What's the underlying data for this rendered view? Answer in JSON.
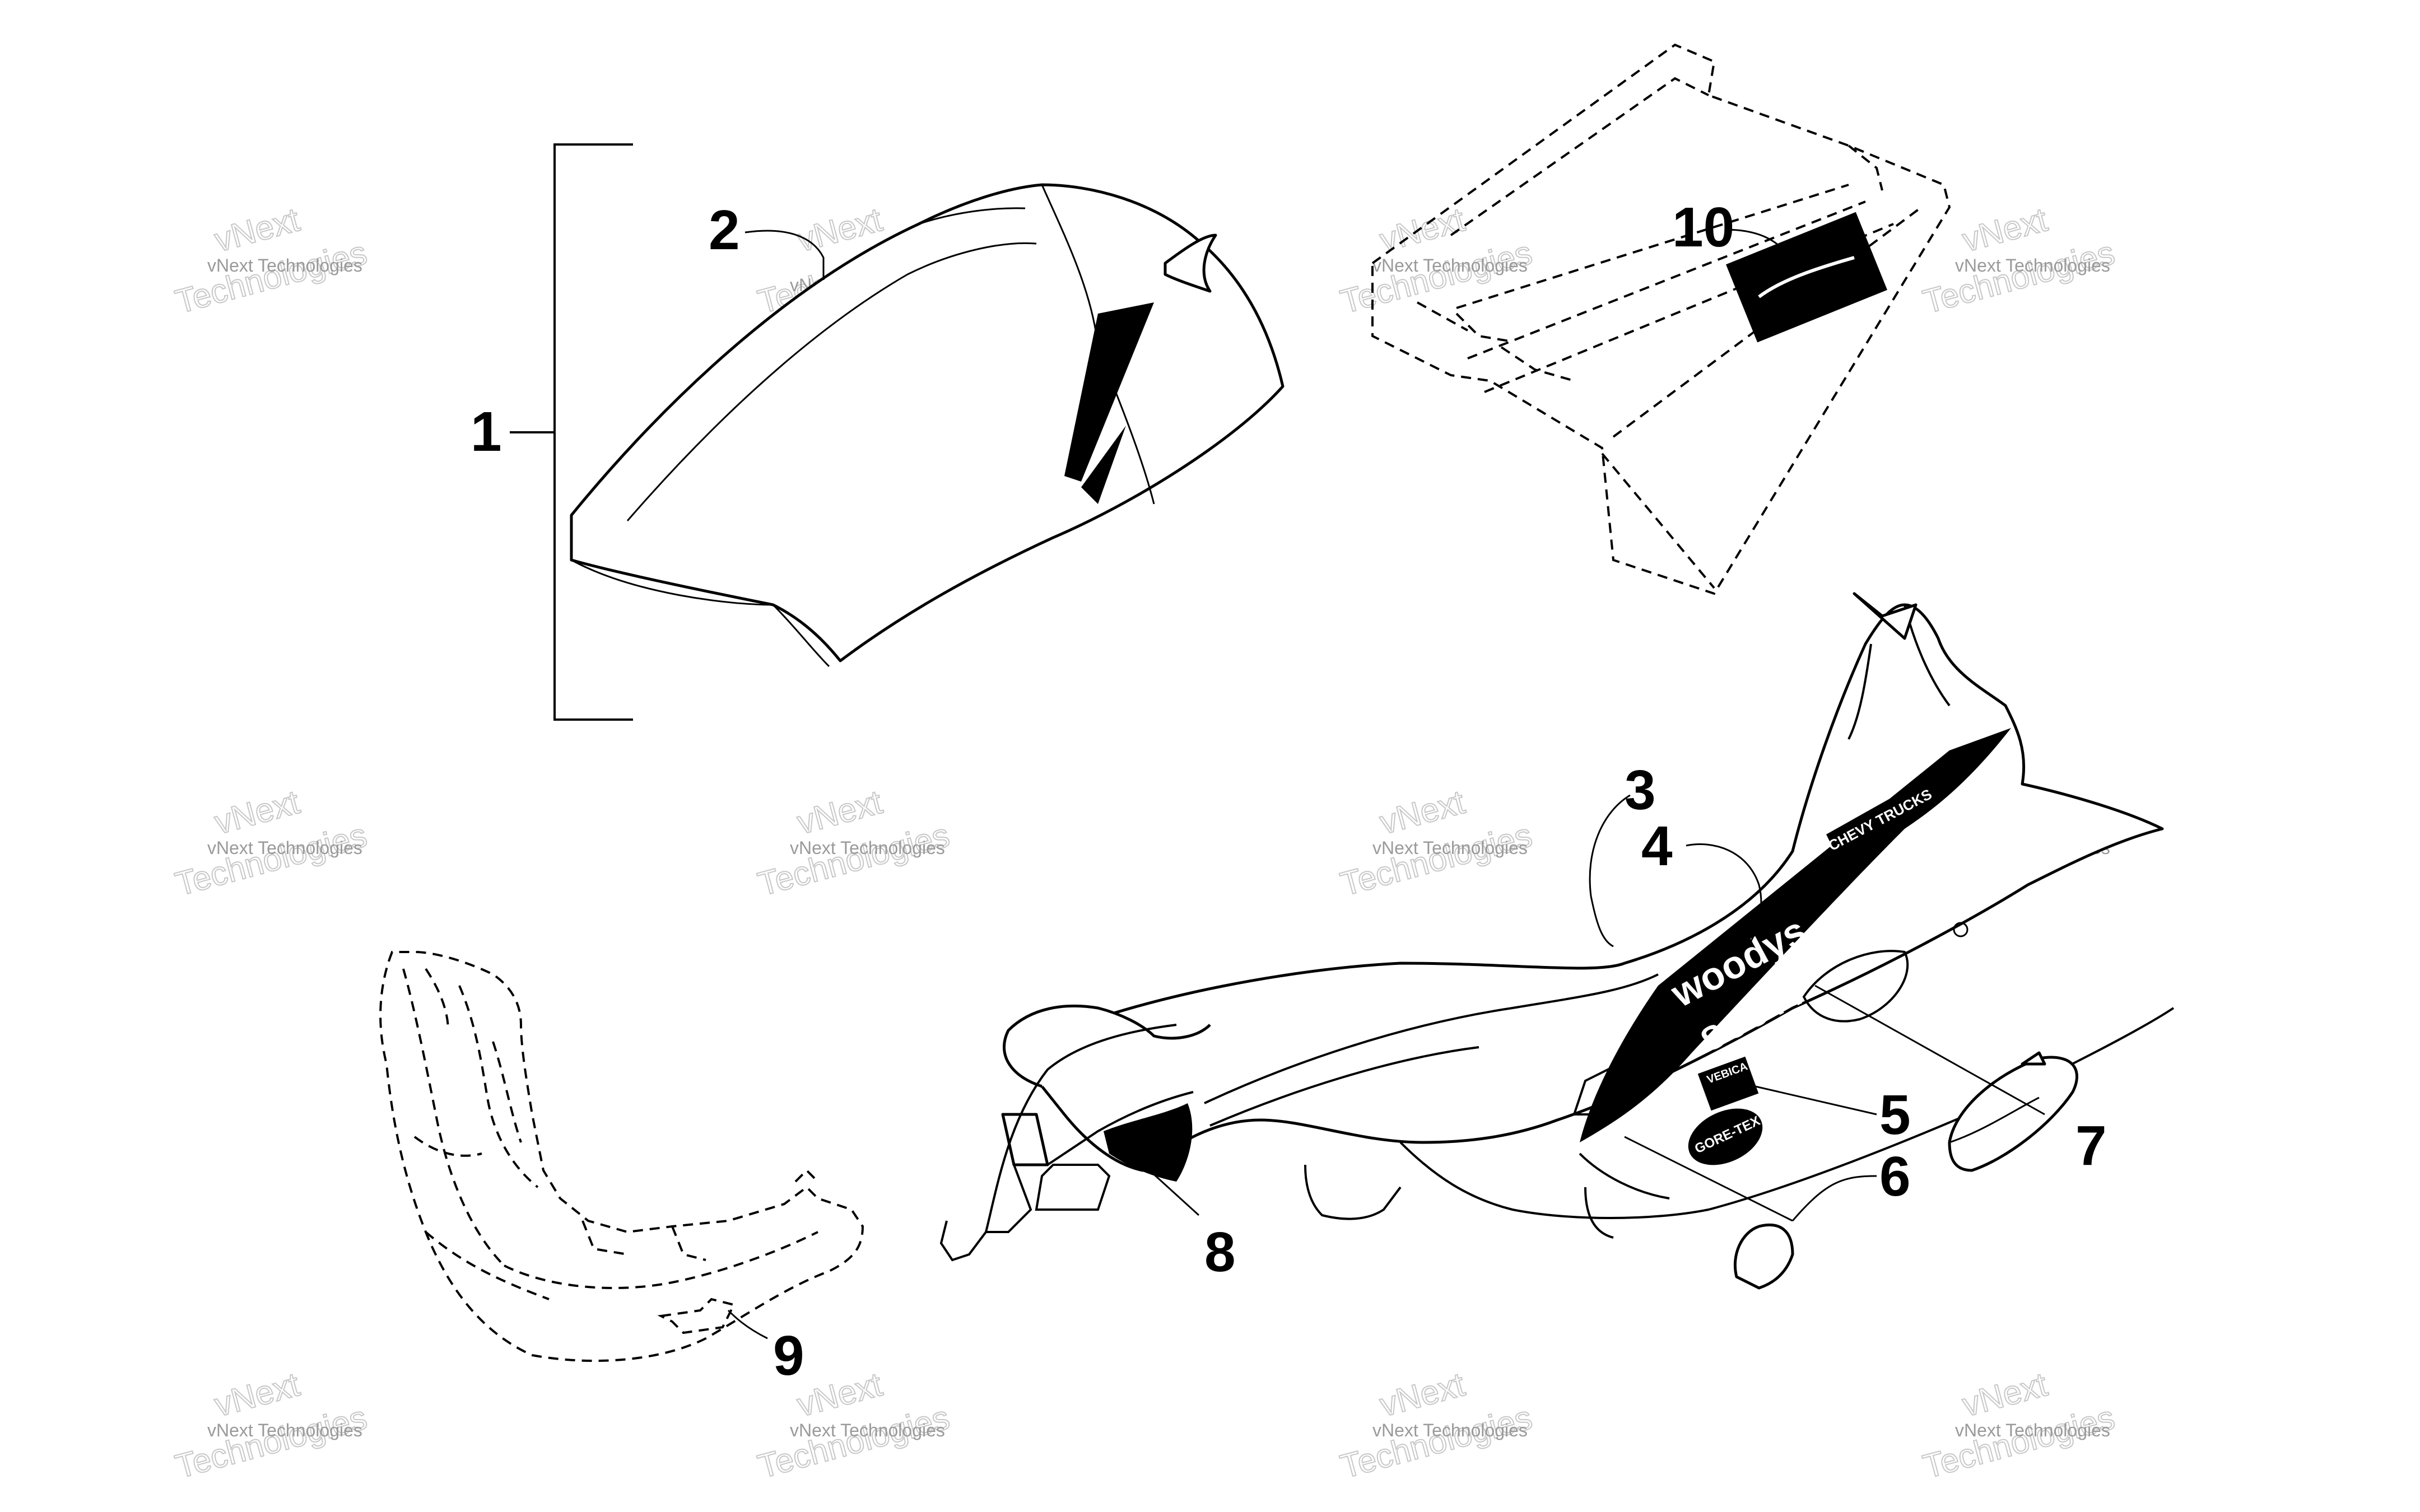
{
  "callouts": {
    "c1": "1",
    "c2": "2",
    "c3": "3",
    "c4": "4",
    "c5": "5",
    "c6": "6",
    "c7": "7",
    "c8": "8",
    "c9": "9",
    "c10": "10"
  },
  "watermark": {
    "line1": "vNext Technologies",
    "big1": "vNext",
    "big2": "Technologies"
  },
  "decals": {
    "woodys": "woodys",
    "scott": "SCOTT",
    "chevy": "CHEVY TRUCKS",
    "gore": "GORE-TEX",
    "vebica": "VEBICA"
  },
  "colors": {
    "line": "#000000",
    "background": "#ffffff",
    "watermark": "#9a9a9a"
  }
}
